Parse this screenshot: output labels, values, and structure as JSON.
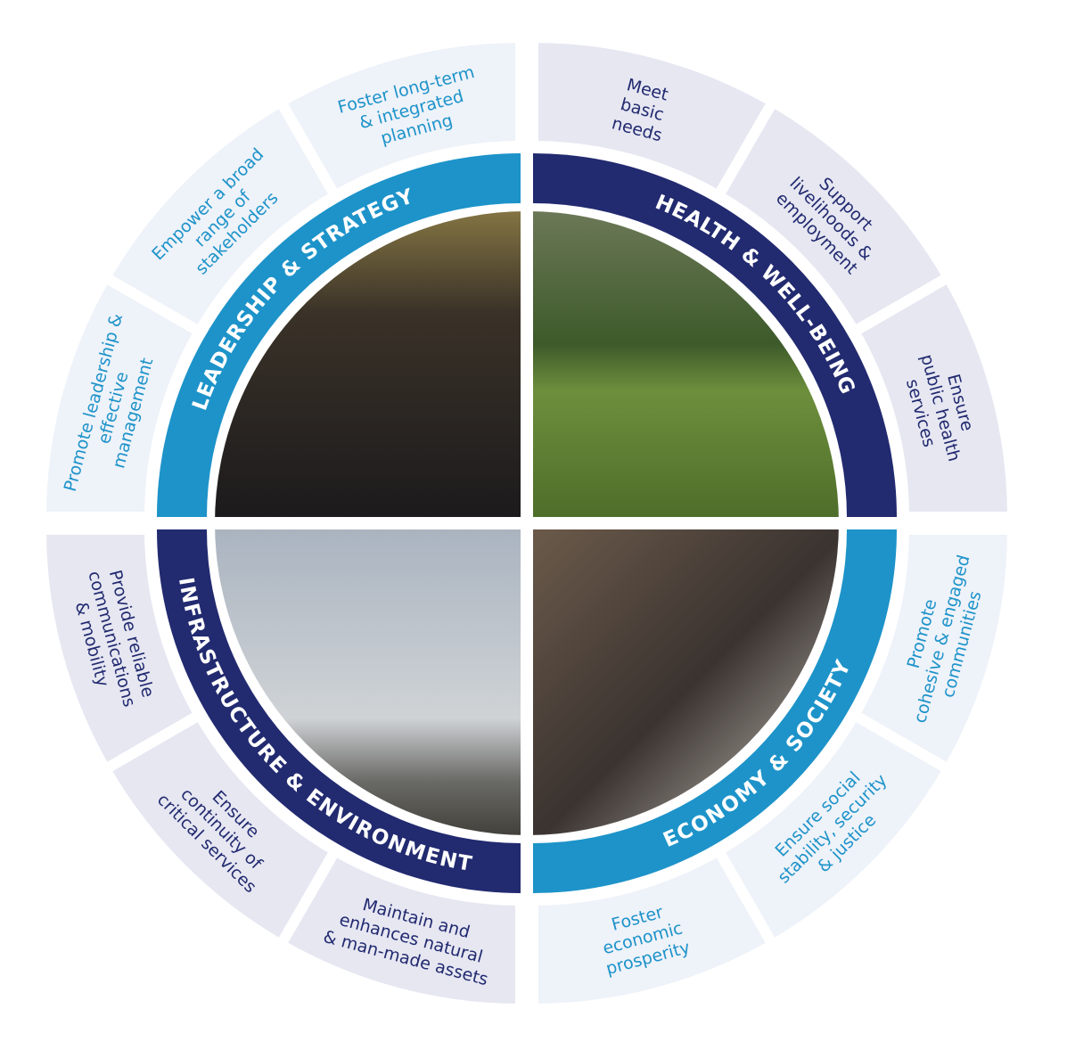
{
  "colors": {
    "light_blue": "#1d93c9",
    "navy": "#222a70",
    "segment_light": "#eef2f9",
    "segment_gray": "#e6e7f1"
  },
  "quadrants": [
    {
      "title": "LEADERSHIP & STRATEGY",
      "band_color": "#1d93c9",
      "text_color": "#1d93c9",
      "segment_color": "#eef2f9",
      "goals": [
        [
          "Promote leadership &",
          "effective",
          "management"
        ],
        [
          "Empower a broad",
          "range of",
          "stakeholders"
        ],
        [
          "Foster long-term",
          "& integrated",
          "planning"
        ]
      ]
    },
    {
      "title": "HEALTH & WELL-BEING",
      "band_color": "#222a70",
      "text_color": "#222a70",
      "segment_color": "#e6e7f1",
      "goals": [
        [
          "Meet",
          "basic",
          "needs"
        ],
        [
          "Support",
          "livelihoods &",
          "employment"
        ],
        [
          "Ensure",
          "public health",
          "services"
        ]
      ]
    },
    {
      "title": "ECONOMY & SOCIETY",
      "band_color": "#1d93c9",
      "text_color": "#1d93c9",
      "segment_color": "#eef2f9",
      "goals": [
        [
          "Promote",
          "cohesive & engaged",
          "communities"
        ],
        [
          "Ensure social",
          "stability, security",
          "& justice"
        ],
        [
          "Foster",
          "economic",
          "prosperity"
        ]
      ]
    },
    {
      "title": "INFRASTRUCTURE & ENVIRONMENT",
      "band_color": "#222a70",
      "text_color": "#222a70",
      "segment_color": "#e6e7f1",
      "goals": [
        [
          "Maintain and",
          "enhances natural",
          "& man-made assets"
        ],
        [
          "Ensure",
          "continuity of",
          "critical services"
        ],
        [
          "Provide reliable",
          "communications",
          "& mobility"
        ]
      ]
    }
  ]
}
